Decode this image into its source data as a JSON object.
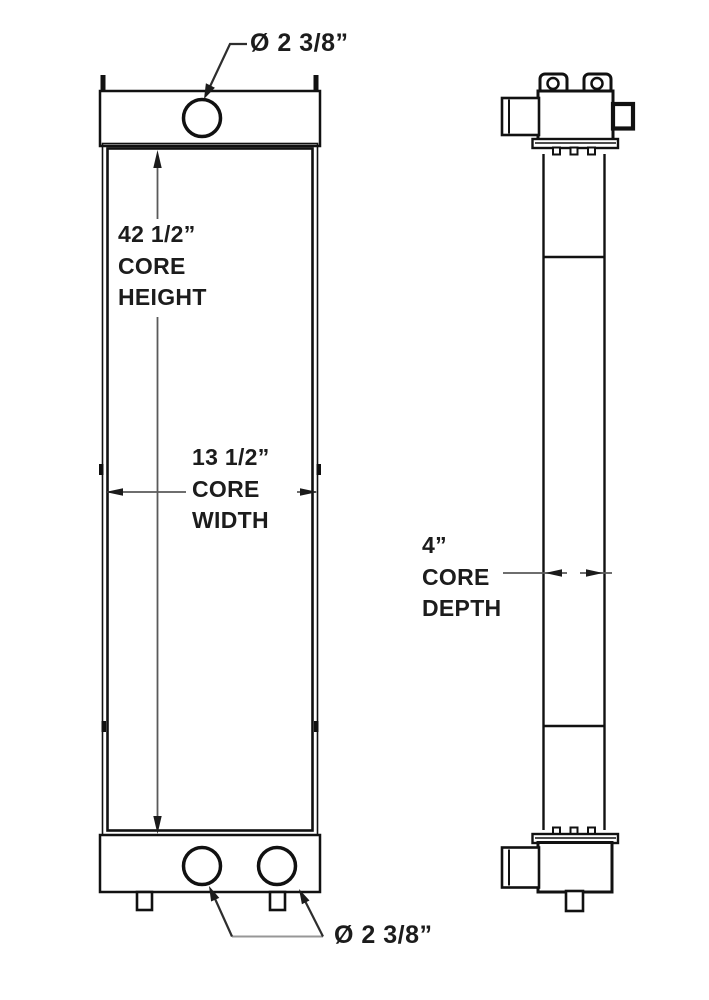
{
  "page": {
    "type": "technical-drawing",
    "background": "#ffffff"
  },
  "views": {
    "front": {
      "top_port": {
        "diameter": "Ø 2 3/8”"
      },
      "bottom_ports": {
        "diameter": "Ø 2 3/8”"
      },
      "core_height": {
        "value": "42 1/2”",
        "label_line_1": "CORE",
        "label_line_2": "HEIGHT"
      },
      "core_width": {
        "value": "13 1/2”",
        "label_line_1": "CORE",
        "label_line_2": "WIDTH"
      }
    },
    "side": {
      "core_depth": {
        "value": "4”",
        "label_line_1": "CORE",
        "label_line_2": "DEPTH"
      }
    }
  },
  "colors": {
    "outline": "#111111",
    "dimension_line": "#5a5a5a",
    "leader_line": "#979797",
    "leader_diagonal": "#2e2e2e",
    "text": "#1c1c1c",
    "background": "#ffffff"
  }
}
